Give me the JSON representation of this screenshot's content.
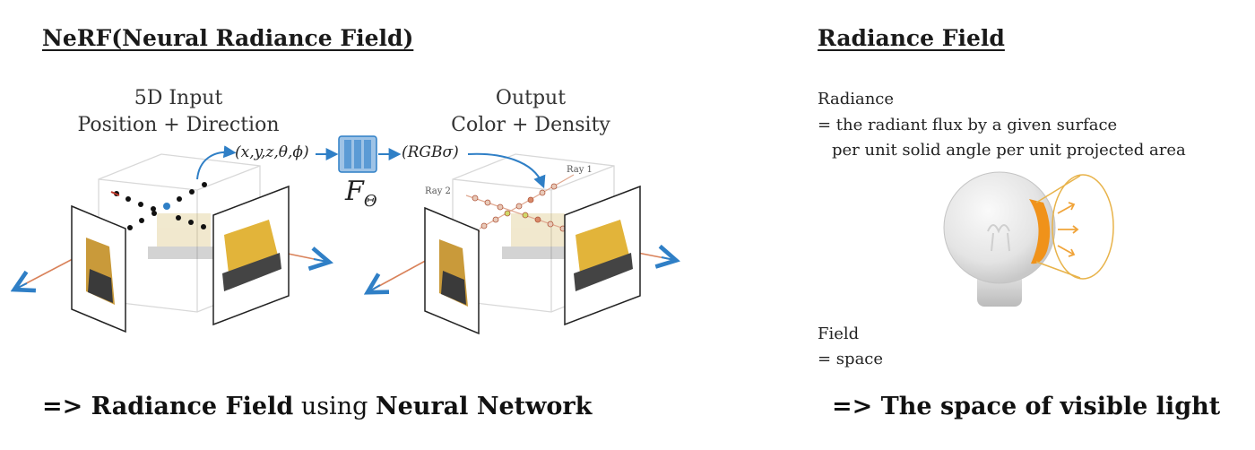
{
  "left": {
    "title": "NeRF(Neural Radiance Field)",
    "input_label_1": "5D Input",
    "input_label_2": "Position + Direction",
    "input_tuple": "(x,y,z,θ,ϕ)",
    "network_symbol": "F",
    "network_subscript": "Θ",
    "output_tuple": "(RGBσ)",
    "output_label_1": "Output",
    "output_label_2": "Color + Density",
    "ray1": "Ray 1",
    "ray2": "Ray 2",
    "conclusion_prefix": "=> ",
    "conclusion_bold1": "Radiance Field",
    "conclusion_mid": " using ",
    "conclusion_bold2": "Neural Network"
  },
  "right": {
    "title": "Radiance Field",
    "radiance_term": "Radiance",
    "radiance_def_1": "= the radiant flux by a given surface",
    "radiance_def_2": "per unit solid angle per unit projected area",
    "field_term": "Field",
    "field_def": "= space",
    "conclusion": "=> The space of visible light"
  },
  "colors": {
    "arrow_blue": "#2f7fc6",
    "ray_orange": "#d9825a",
    "bulb_orange": "#f0921a",
    "cone_outline": "#e8b34a"
  }
}
